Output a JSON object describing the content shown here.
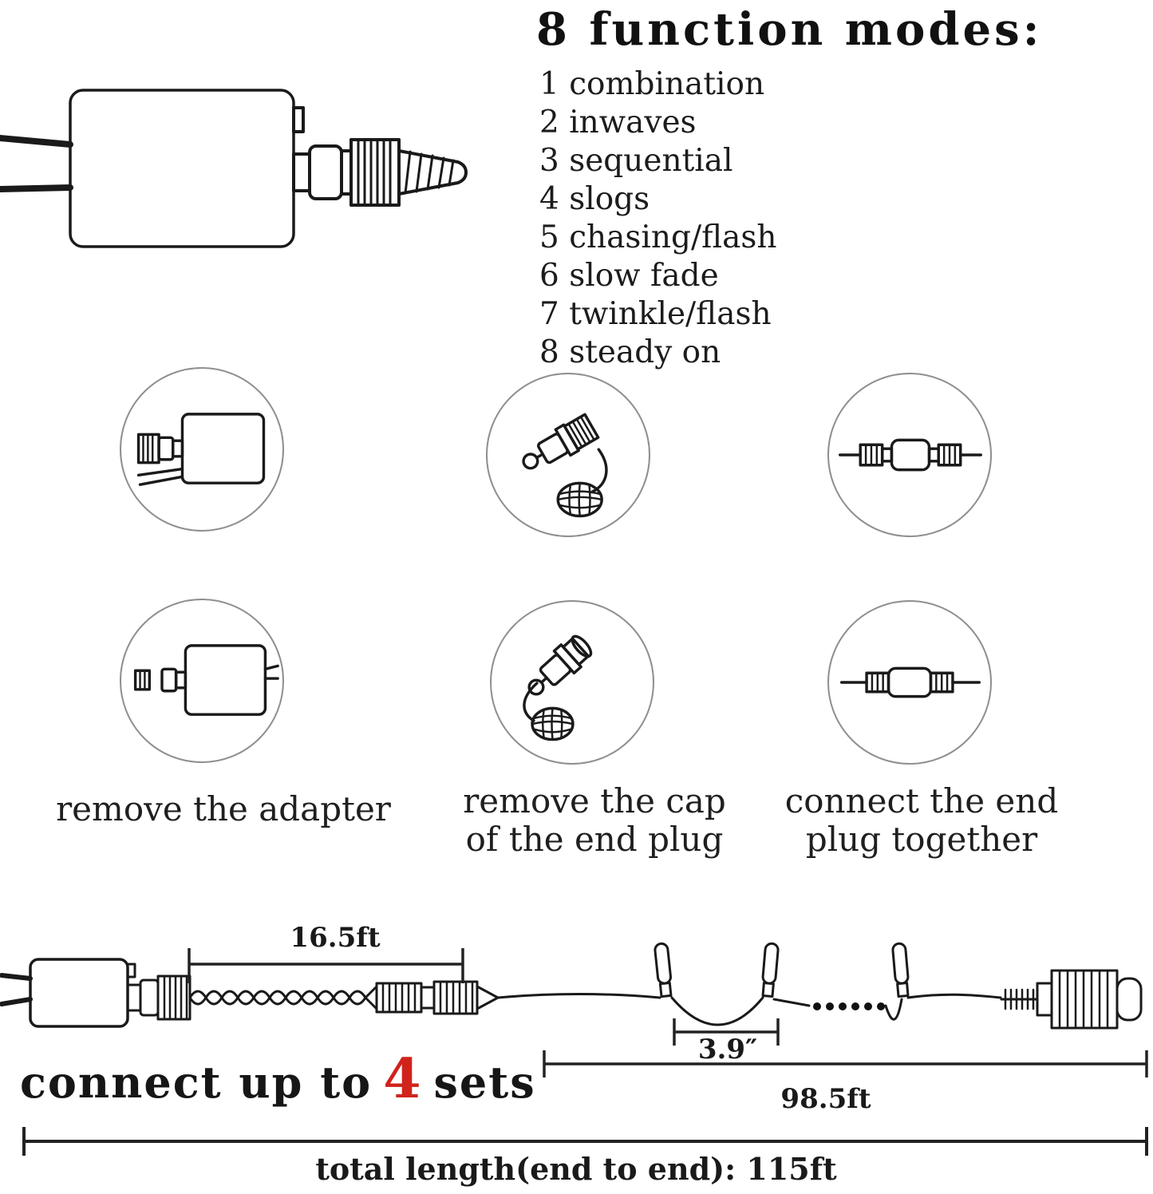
{
  "colors": {
    "ink": "#1a1a1a",
    "accent_red": "#d0231c"
  },
  "modes": {
    "title": "8 function modes:",
    "items": [
      "1 combination",
      "2 inwaves",
      "3 sequential",
      "4 slogs",
      "5 chasing/flash",
      "6 slow fade",
      "7 twinkle/flash",
      "8 steady on"
    ]
  },
  "steps": {
    "captions": [
      {
        "line1": "remove the adapter",
        "line2": ""
      },
      {
        "line1": "remove the cap",
        "line2": "of the end plug"
      },
      {
        "line1": "connect the end",
        "line2": "plug together"
      }
    ]
  },
  "diagram": {
    "lead_length": "16.5ft",
    "bulb_spacing": "3.9″",
    "string_length": "98.5ft",
    "total_length_label": "total length(end to end): 115ft",
    "connect_prefix": "connect up to",
    "connect_count": "4",
    "connect_suffix": "sets"
  }
}
